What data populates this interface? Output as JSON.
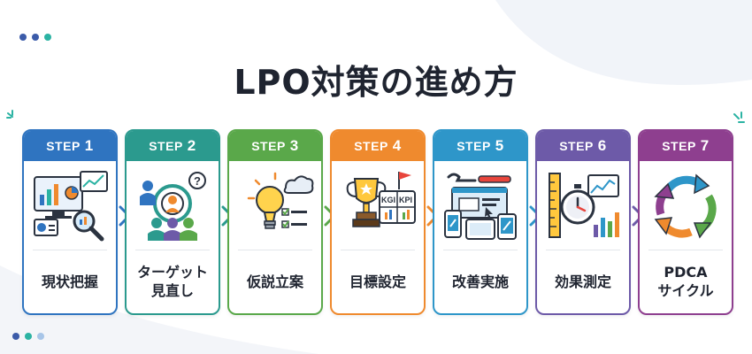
{
  "title": "LPO対策の進め方",
  "colors": {
    "text": "#1f2430",
    "step_blue": "#2f74c0",
    "step_teal": "#2b9a8e",
    "step_green": "#5aa84a",
    "step_orange": "#ef8a2e",
    "step_cyan": "#2e96c9",
    "step_purple": "#6d5aa8",
    "step_magenta": "#8e3f8f"
  },
  "steps": [
    {
      "step": "STEP",
      "num": "1",
      "label": "現状把握",
      "icon": "analytics-dashboard-icon",
      "color": "#2f74c0"
    },
    {
      "step": "STEP",
      "num": "2",
      "label": "ターゲット\n見直し",
      "icon": "target-audience-icon",
      "color": "#2b9a8e"
    },
    {
      "step": "STEP",
      "num": "3",
      "label": "仮説立案",
      "icon": "lightbulb-icon",
      "color": "#5aa84a"
    },
    {
      "step": "STEP",
      "num": "4",
      "label": "目標設定",
      "icon": "trophy-icon",
      "color": "#ef8a2e",
      "badges": [
        "KGI",
        "KPI"
      ]
    },
    {
      "step": "STEP",
      "num": "5",
      "label": "改善実施",
      "icon": "devices-tools-icon",
      "color": "#2e96c9"
    },
    {
      "step": "STEP",
      "num": "6",
      "label": "効果測定",
      "icon": "measurement-icon",
      "color": "#6d5aa8"
    },
    {
      "step": "STEP",
      "num": "7",
      "label": "PDCA\nサイクル",
      "icon": "cycle-arrows-icon",
      "color": "#8e3f8f"
    }
  ]
}
